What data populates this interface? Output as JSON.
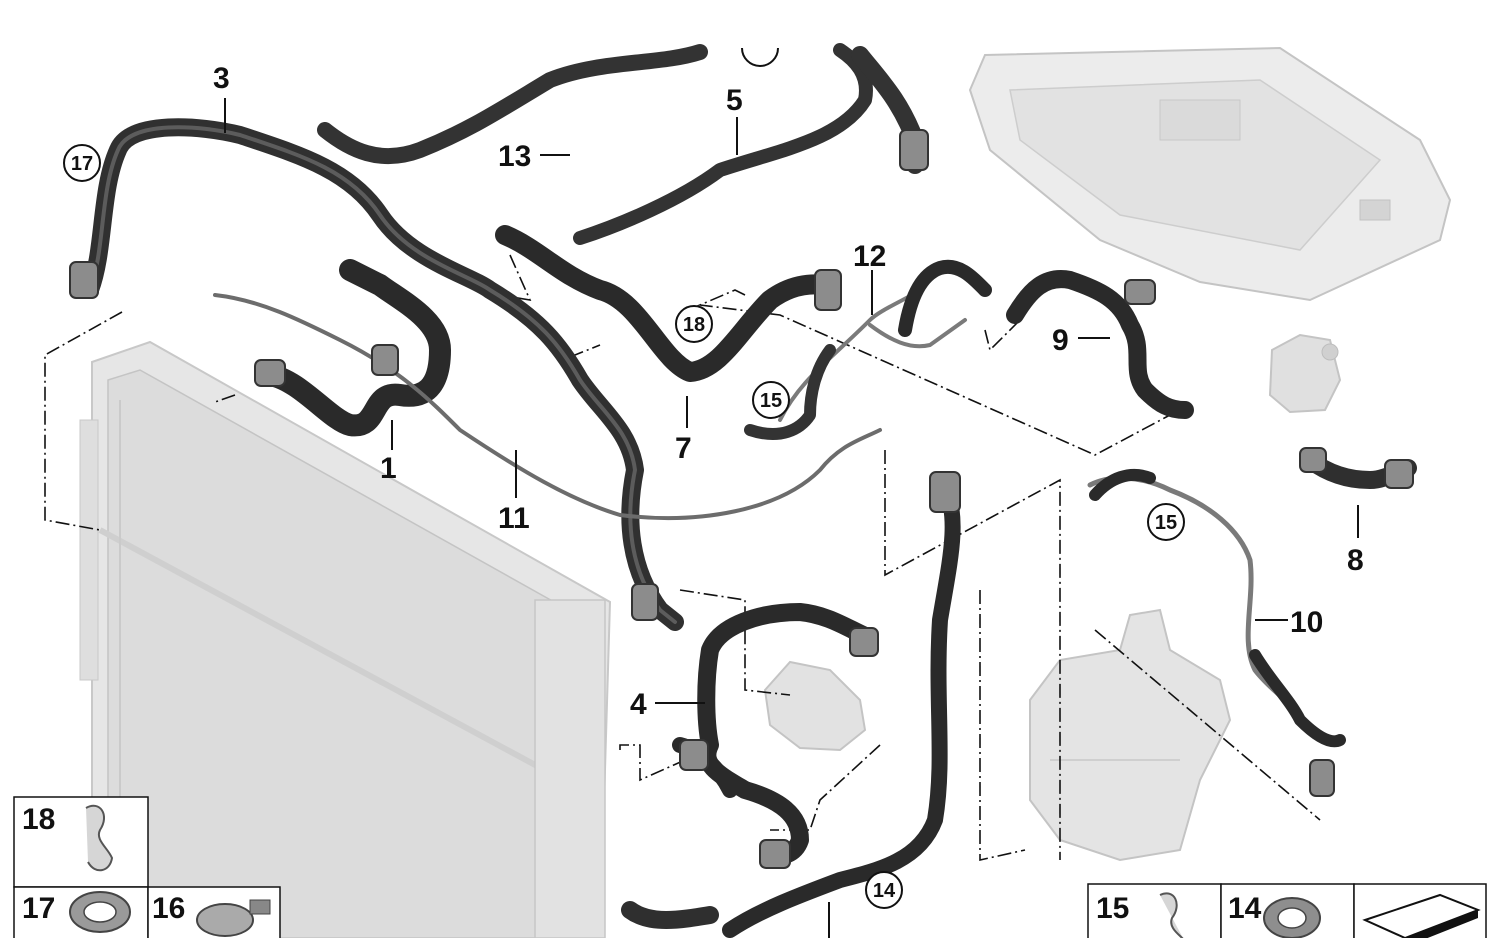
{
  "diagram": {
    "callouts": [
      {
        "id": "c1",
        "text": "1"
      },
      {
        "id": "c3",
        "text": "3"
      },
      {
        "id": "c4",
        "text": "4"
      },
      {
        "id": "c5",
        "text": "5"
      },
      {
        "id": "c7",
        "text": "7"
      },
      {
        "id": "c8",
        "text": "8"
      },
      {
        "id": "c9",
        "text": "9"
      },
      {
        "id": "c10",
        "text": "10"
      },
      {
        "id": "c11",
        "text": "11"
      },
      {
        "id": "c12",
        "text": "12"
      },
      {
        "id": "c13",
        "text": "13"
      }
    ],
    "circled_callouts": [
      {
        "id": "cc17",
        "text": "17"
      },
      {
        "id": "cc18",
        "text": "18"
      },
      {
        "id": "cc15a",
        "text": "15"
      },
      {
        "id": "cc15b",
        "text": "15"
      },
      {
        "id": "cc14",
        "text": "14"
      }
    ],
    "parts_boxes_left": [
      {
        "id": "b18",
        "label": "18",
        "icon": "hose-clip-icon"
      },
      {
        "id": "b17",
        "label": "17",
        "icon": "hose-clamp-icon"
      },
      {
        "id": "b16",
        "label": "16",
        "icon": "spring-clamp-icon"
      }
    ],
    "parts_boxes_right": [
      {
        "id": "b15",
        "label": "15",
        "icon": "hose-clip-icon"
      },
      {
        "id": "b14",
        "label": "14",
        "icon": "hose-clamp-icon"
      },
      {
        "id": "bx",
        "label": "",
        "icon": "reference-card-icon"
      }
    ],
    "colors": {
      "hose": "#2e2e2e",
      "hose_highlight": "#6a6a6a",
      "ghost_part": "#d6d6d6",
      "ghost_outline": "#b8b8b8",
      "leader": "#111111"
    }
  }
}
